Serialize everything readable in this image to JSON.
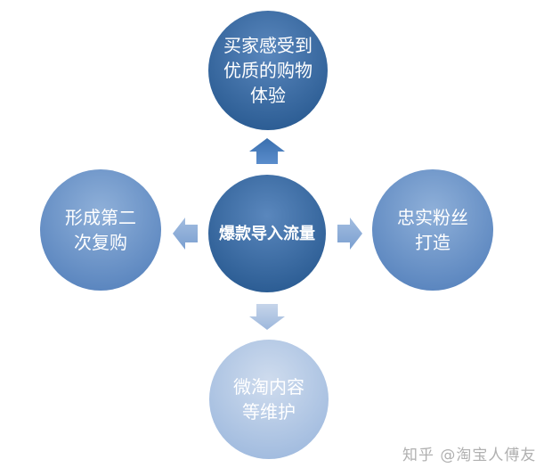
{
  "center": {
    "label": "爆款导入流量"
  },
  "nodes": {
    "top": {
      "label": "买家感受到优质的购物体验"
    },
    "left": {
      "label": "形成第二次复购"
    },
    "right": {
      "label": "忠实粉丝打造"
    },
    "bottom": {
      "label": "微淘内容等维护"
    }
  },
  "watermark": "知乎 @淘宝人傅友",
  "colors": {
    "dark": "#2f6299",
    "mid": "#4f81bd",
    "light": "#b9cde6"
  }
}
